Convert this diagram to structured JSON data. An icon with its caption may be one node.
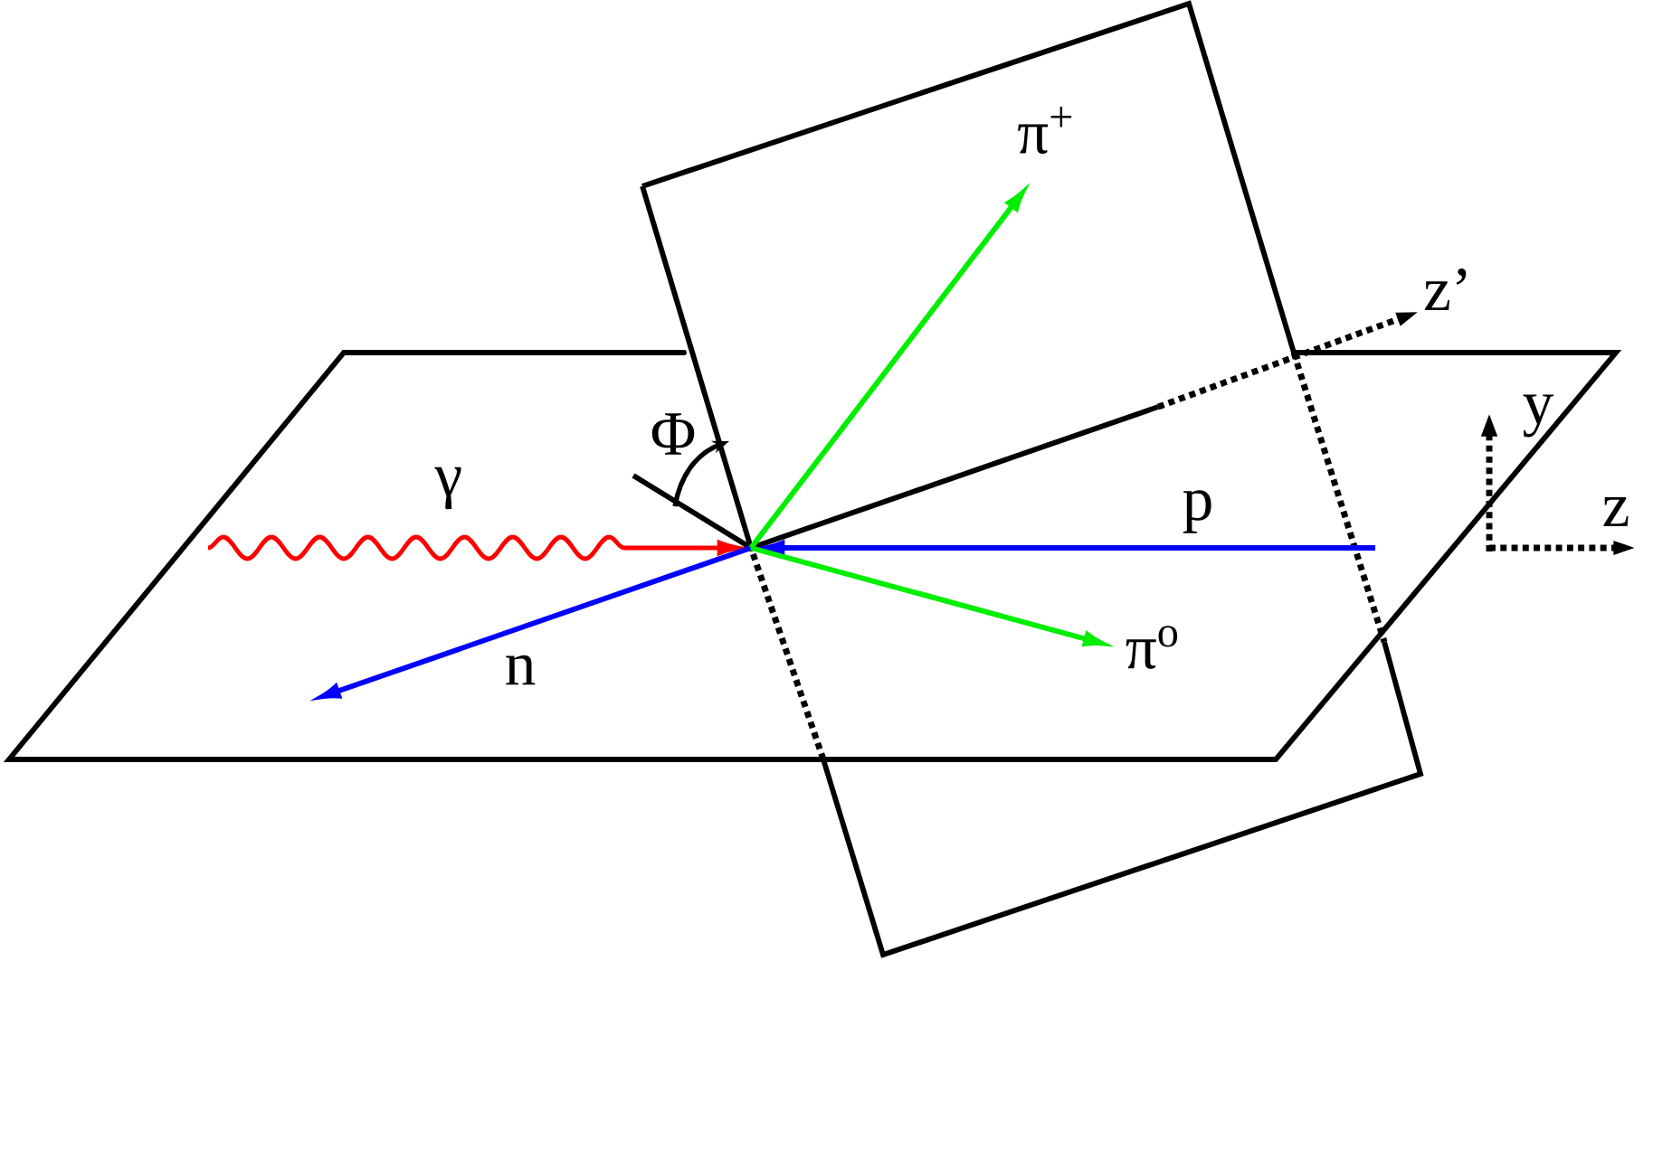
{
  "diagram": {
    "nodes": [
      {
        "text": [],
        "shape": "point"
      },
      {
        "text": [
          "π$^{+}$"
        ]
      },
      {
        "text": [
          "π$^{o}$"
        ]
      }
    ],
    "edges": [
      {
        "from": null,
        "to": 0,
        "arrow": "to",
        "label": "γ",
        "color": "#ff0000"
      },
      {
        "from": null,
        "to": 0,
        "arrow": "to",
        "label": "p",
        "color": "#0000ff"
      },
      {
        "from": 0,
        "to": null,
        "arrow": "to",
        "label": "n",
        "color": "#0000ff"
      },
      {
        "from": 0,
        "to": 1,
        "arrow": "to",
        "color": "#00ee00"
      },
      {
        "from": 0,
        "to": 2,
        "arrow": "to",
        "color": "#00ee00"
      }
    ],
    "labels": [
      "Φ",
      "z’",
      "y",
      "z"
    ]
  }
}
